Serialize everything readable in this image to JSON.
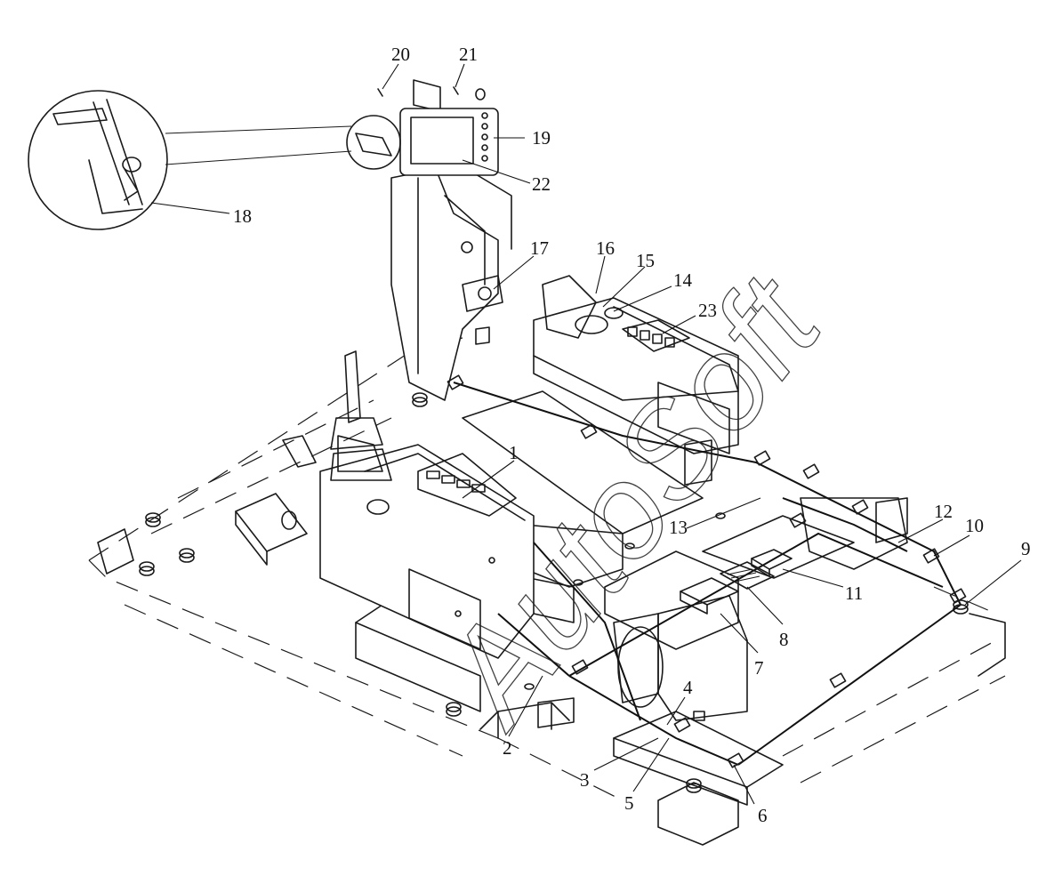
{
  "watermark": "AutoSoft",
  "callouts": [
    {
      "id": "1",
      "label": "1"
    },
    {
      "id": "2",
      "label": "2"
    },
    {
      "id": "3",
      "label": "3"
    },
    {
      "id": "4",
      "label": "4"
    },
    {
      "id": "5",
      "label": "5"
    },
    {
      "id": "6",
      "label": "6"
    },
    {
      "id": "7",
      "label": "7"
    },
    {
      "id": "8",
      "label": "8"
    },
    {
      "id": "9",
      "label": "9"
    },
    {
      "id": "10",
      "label": "10"
    },
    {
      "id": "11",
      "label": "11"
    },
    {
      "id": "12",
      "label": "12"
    },
    {
      "id": "13",
      "label": "13"
    },
    {
      "id": "14",
      "label": "14"
    },
    {
      "id": "15",
      "label": "15"
    },
    {
      "id": "16",
      "label": "16"
    },
    {
      "id": "17",
      "label": "17"
    },
    {
      "id": "18",
      "label": "18"
    },
    {
      "id": "19",
      "label": "19"
    },
    {
      "id": "20",
      "label": "20"
    },
    {
      "id": "21",
      "label": "21"
    },
    {
      "id": "22",
      "label": "22"
    },
    {
      "id": "23",
      "label": "23"
    }
  ]
}
